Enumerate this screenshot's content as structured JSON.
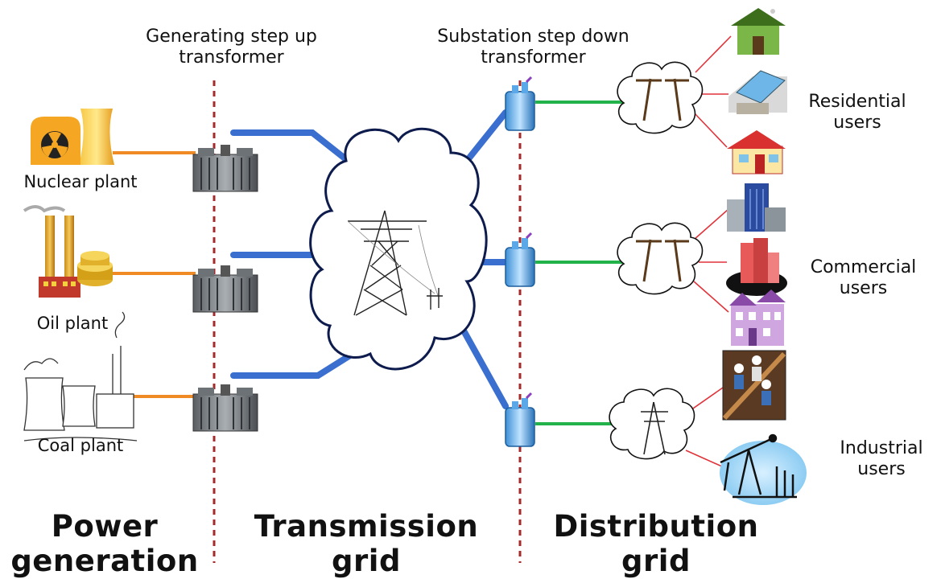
{
  "labels": {
    "gen_transformer_line1": "Generating step up",
    "gen_transformer_line2": "transformer",
    "sub_transformer_line1": "Substation step down",
    "sub_transformer_line2": "transformer",
    "nuclear": "Nuclear plant",
    "oil": "Oil plant",
    "coal": "Coal plant",
    "residential_line1": "Residential",
    "residential_line2": "users",
    "commercial_line1": "Commercial",
    "commercial_line2": "users",
    "industrial_line1": "Industrial",
    "industrial_line2": "users"
  },
  "sections": {
    "generation_line1": "Power",
    "generation_line2": "generation",
    "transmission_line1": "Transmission",
    "transmission_line2": "grid",
    "distribution_line1": "Distribution",
    "distribution_line2": "grid"
  },
  "colors": {
    "transmission_line": "#3a6fd0",
    "plant_feed_line": "#f08a24",
    "distribution_line": "#21b24a",
    "user_drop_line": "#e0333a",
    "divider": "#a52a2a",
    "cloud_outline": "#0d1b4d"
  }
}
